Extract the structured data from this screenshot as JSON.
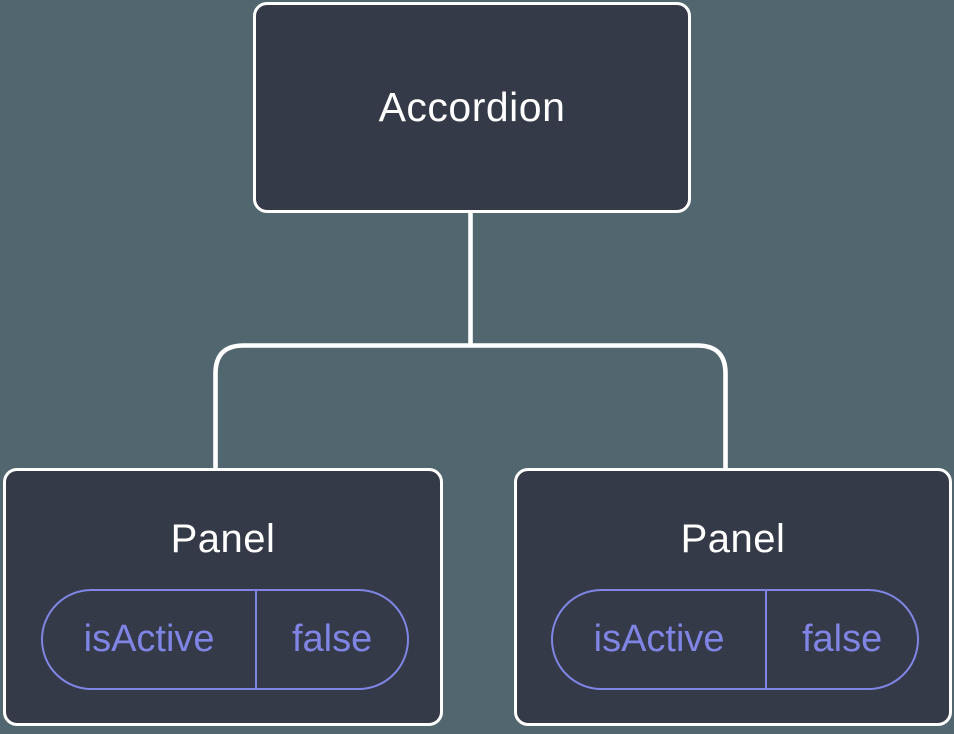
{
  "diagram": {
    "description": "Component tree diagram of an Accordion with two Panel children, each holding state",
    "root": {
      "label": "Accordion"
    },
    "children": [
      {
        "label": "Panel",
        "state": {
          "name": "isActive",
          "value": "false"
        }
      },
      {
        "label": "Panel",
        "state": {
          "name": "isActive",
          "value": "false"
        }
      }
    ]
  },
  "colors": {
    "background": "#51666F",
    "node_fill": "#343A47",
    "node_border": "#FFFFFF",
    "node_text": "#FFFFFF",
    "state_accent": "#8085E5",
    "connector": "#FFFFFF"
  }
}
